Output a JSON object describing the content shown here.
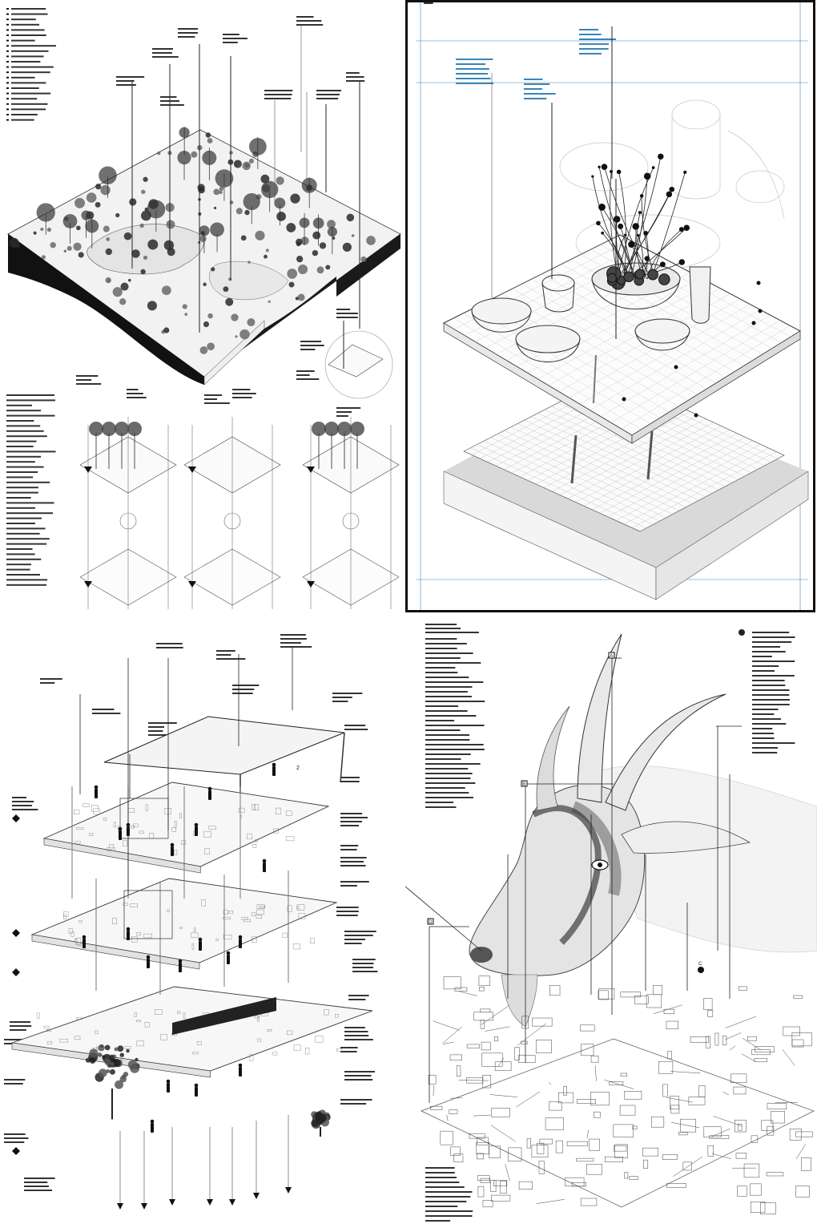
{
  "panels": [
    {
      "id": "terrain",
      "title": "",
      "legend_lines": 22,
      "colors": {
        "mass": "#111111",
        "water": "#e4e4e4",
        "foliage": "#333333"
      }
    },
    {
      "id": "table",
      "colors": {
        "annotation": "#3a84b8",
        "stroke": "#333333",
        "shadow": "#d9d9d9"
      }
    },
    {
      "id": "building",
      "marker_label": "2"
    },
    {
      "id": "goat",
      "marker_a": "A",
      "marker_b": "B",
      "marker_c": "C",
      "marker_d": "D"
    }
  ],
  "icons": [
    "pin-icon",
    "arrow-marker-icon",
    "circle-marker-icon",
    "tree-icon",
    "person-icon"
  ]
}
